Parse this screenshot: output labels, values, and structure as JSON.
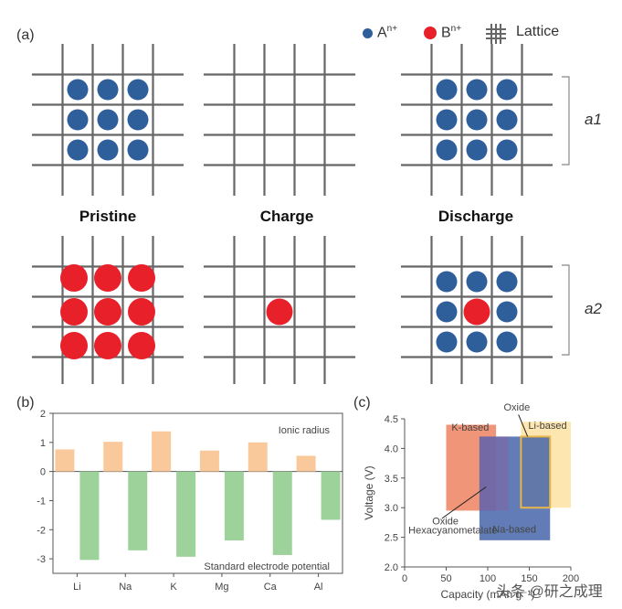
{
  "panel_a": {
    "label": "(a)",
    "legend": {
      "a_ion": "A",
      "a_sup": "n+",
      "b_ion": "B",
      "b_sup": "n+",
      "lattice": "Lattice"
    },
    "states": [
      "Pristine",
      "Charge",
      "Discharge"
    ],
    "rows": [
      {
        "brace_label": "a1",
        "grids": [
          {
            "cells": [
              "A",
              "A",
              "A",
              "A",
              "A",
              "A",
              "A",
              "A",
              "A"
            ]
          },
          {
            "cells": [
              "",
              "",
              "",
              "",
              "",
              "",
              "",
              "",
              ""
            ]
          },
          {
            "cells": [
              "A",
              "A",
              "A",
              "A",
              "A",
              "A",
              "A",
              "A",
              "A"
            ]
          }
        ]
      },
      {
        "brace_label": "a2",
        "grids": [
          {
            "cells": [
              "B",
              "B",
              "B",
              "B",
              "B",
              "B",
              "B",
              "B",
              "B"
            ]
          },
          {
            "cells": [
              "",
              "",
              "",
              "",
              "B",
              "",
              "",
              "",
              ""
            ]
          },
          {
            "cells": [
              "A",
              "A",
              "A",
              "A",
              "B",
              "A",
              "A",
              "A",
              "A"
            ]
          }
        ]
      }
    ],
    "colors": {
      "A": "#2f5f9a",
      "B": "#e8202a",
      "lattice": "#666666"
    }
  },
  "chart_data": [
    {
      "panel": "(b)",
      "type": "bar",
      "categories": [
        "Li",
        "Na",
        "K",
        "Mg",
        "Ca",
        "Al"
      ],
      "series": [
        {
          "name": "Ionic radius",
          "values": [
            0.76,
            1.02,
            1.38,
            0.72,
            1.0,
            0.54
          ],
          "color": "#f9c89b"
        },
        {
          "name": "Standard electrode potential",
          "values": [
            -3.04,
            -2.71,
            -2.93,
            -2.37,
            -2.87,
            -1.66
          ],
          "color": "#9dd39b"
        }
      ],
      "ylim": [
        -3.5,
        2
      ],
      "yticks": [
        2,
        1,
        0,
        -1,
        -2,
        -3
      ]
    },
    {
      "panel": "(c)",
      "type": "area",
      "xlabel": "Capacity (mAh g⁻¹)",
      "ylabel": "Voltage (V)",
      "xlim": [
        0,
        200
      ],
      "ylim": [
        2.0,
        4.5
      ],
      "xticks": [
        0,
        50,
        100,
        150,
        200
      ],
      "yticks": [
        2.0,
        2.5,
        3.0,
        3.5,
        4.0,
        4.5
      ],
      "regions": [
        {
          "name": "K-based",
          "x": [
            50,
            110
          ],
          "y": [
            2.95,
            4.4
          ],
          "color": "#f08a6a",
          "opacity": 0.9,
          "stroke": ""
        },
        {
          "name": "Li-based",
          "x": [
            140,
            200
          ],
          "y": [
            3.0,
            4.45
          ],
          "color": "#fde3a7",
          "opacity": 0.9,
          "stroke": ""
        },
        {
          "name": "Na-based",
          "x": [
            90,
            175
          ],
          "y": [
            2.45,
            4.2
          ],
          "color": "#3e5fa6",
          "opacity": 0.82,
          "stroke": ""
        },
        {
          "name": "Oxide",
          "x": [
            140,
            175
          ],
          "y": [
            3.0,
            4.2
          ],
          "color": "none",
          "opacity": 1,
          "stroke": "#e8b64a"
        },
        {
          "name": "Hexacyanometalate",
          "x": [
            90,
            125
          ],
          "y": [
            2.95,
            4.2
          ],
          "color": "#7a6aa8",
          "opacity": 0.7,
          "stroke": ""
        }
      ],
      "annotations": [
        "Oxide",
        "Oxide",
        "Hexacyanometalate"
      ]
    }
  ],
  "watermark": "头条 @研之成理"
}
